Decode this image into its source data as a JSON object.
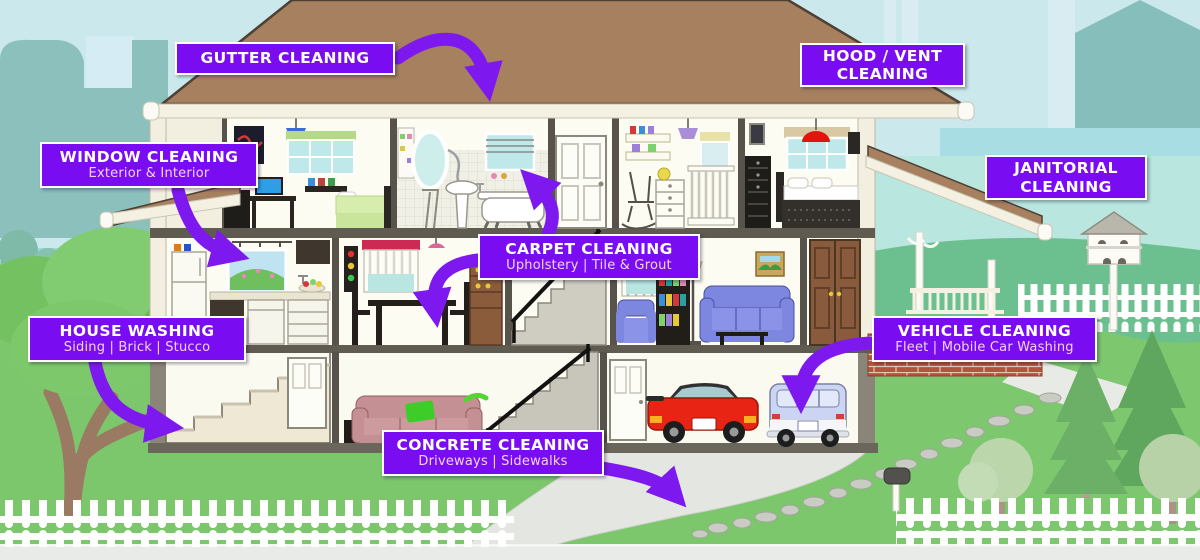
{
  "labels": [
    {
      "id": "gutter-cleaning",
      "title": "GUTTER CLEANING",
      "subtitle": ""
    },
    {
      "id": "hood-vent-cleaning",
      "title": "HOOD / VENT CLEANING",
      "subtitle": ""
    },
    {
      "id": "window-cleaning",
      "title": "WINDOW CLEANING",
      "subtitle": "Exterior & Interior"
    },
    {
      "id": "janitorial-cleaning",
      "title": "JANITORIAL CLEANING",
      "subtitle": ""
    },
    {
      "id": "carpet-cleaning",
      "title": "CARPET CLEANING",
      "subtitle": "Upholstery | Tile & Grout"
    },
    {
      "id": "house-washing",
      "title": "HOUSE WASHING",
      "subtitle": "Siding | Brick | Stucco"
    },
    {
      "id": "vehicle-cleaning",
      "title": "VEHICLE CLEANING",
      "subtitle": "Fleet | Mobile Car Washing"
    },
    {
      "id": "concrete-cleaning",
      "title": "CONCRETE CLEANING",
      "subtitle": "Driveways | Sidewalks"
    }
  ],
  "colors": {
    "label_background": "#7a0cf2",
    "label_border": "#ffffff",
    "label_title_text": "#ffffff",
    "label_subtitle_text": "#f2d4f7",
    "arrow": "#7d18ee",
    "roof": "#a7805f",
    "sky": "#cbe8ec",
    "grass": "#7cc66c",
    "background_silhouette": "#8cc0bc",
    "driveway": "#e4e6e2"
  }
}
